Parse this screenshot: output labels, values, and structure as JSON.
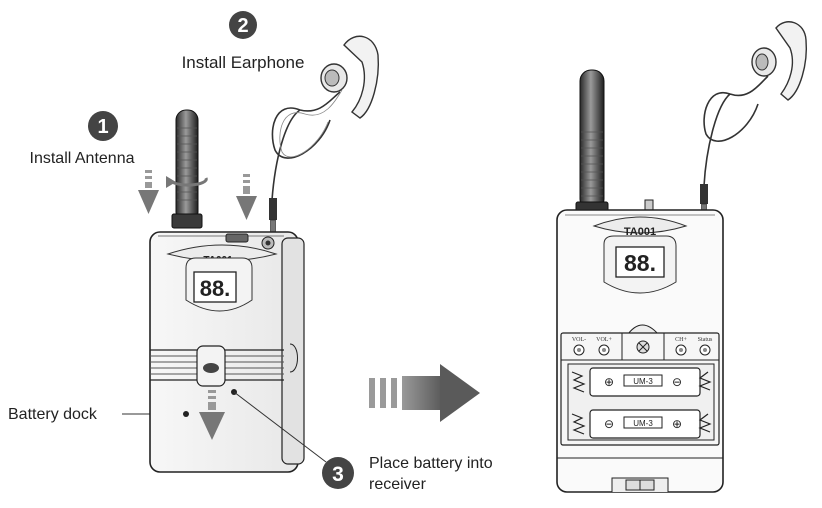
{
  "steps": [
    {
      "number": "1",
      "label": "Install Antenna"
    },
    {
      "number": "2",
      "label": "Install Earphone"
    },
    {
      "number": "3",
      "label_line1": "Place battery into",
      "label_line2": "receiver"
    }
  ],
  "callouts": {
    "battery_dock": "Battery dock"
  },
  "device": {
    "model": "TA001",
    "display": "88.",
    "buttons": [
      "VOL-",
      "VOL+",
      "CH+",
      "Status"
    ],
    "battery_type": "UM-3",
    "plus_symbol": "⊕",
    "minus_symbol": "⊖"
  },
  "icons": [
    "down-arrow-icon",
    "rotate-arrow-icon",
    "right-arrow-icon",
    "earphone-icon",
    "antenna-icon"
  ]
}
